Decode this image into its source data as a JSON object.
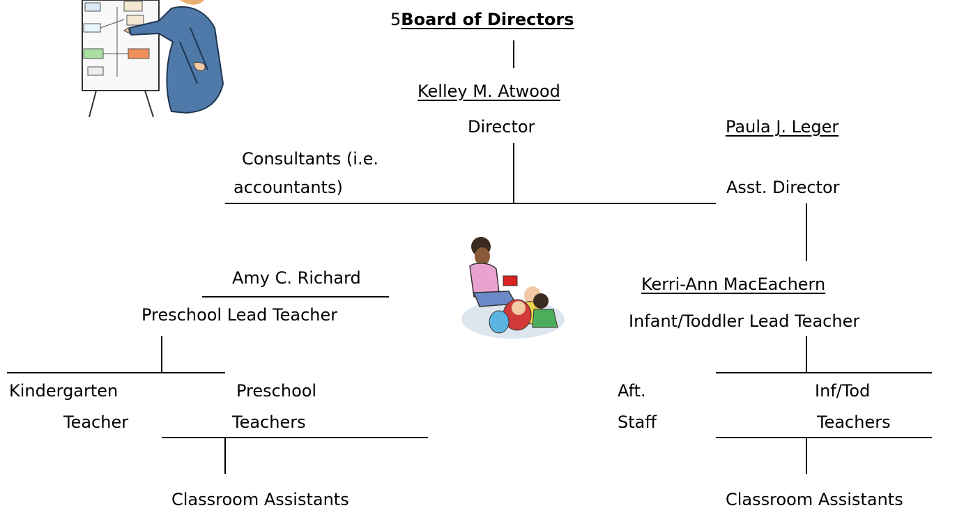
{
  "board": {
    "number": "5",
    "title": "Board of Directors"
  },
  "director": {
    "name": "Kelley M. Atwood",
    "title": "Director"
  },
  "assistant_director": {
    "name": "Paula J. Leger",
    "title": "Asst. Director"
  },
  "consultants": {
    "line1": "Consultants (i.e.",
    "line2": "accountants)"
  },
  "preschool_lead": {
    "name": "Amy C. Richard",
    "title": "Preschool Lead Teacher"
  },
  "infant_lead": {
    "name": "Kerri-Ann MacEachern",
    "title": "Infant/Toddler Lead Teacher"
  },
  "kindergarten": {
    "line1": "Kindergarten",
    "line2": "Teacher"
  },
  "preschool_teachers": {
    "line1": "Preschool",
    "line2": "Teachers"
  },
  "aft_staff": {
    "line1": "Aft.",
    "line2": "Staff"
  },
  "inftod_teachers": {
    "line1": "Inf/Tod",
    "line2": "Teachers"
  },
  "classroom_assistants_left": "Classroom Assistants",
  "classroom_assistants_right": "Classroom Assistants",
  "clipart": {
    "presenter": "presenter-clipart",
    "teacher_reading": "teacher-reading-clipart"
  }
}
